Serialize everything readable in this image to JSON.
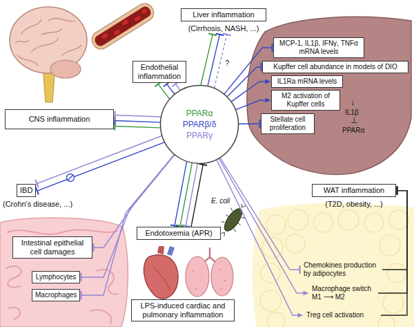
{
  "diagram": {
    "nodes": [
      {
        "text": [
          "Liver inflammation",
          "(Cirrhosis, NASH, ...)"
        ]
      },
      {
        "text": [
          "Endothelial inflammation"
        ]
      },
      {
        "text": [
          "MCP-1, IL1β, IFNγ, TNFα mRNA levels"
        ]
      },
      {
        "text": [
          "Kupffer cell abundance in models of DIO"
        ]
      },
      {
        "text": [
          "IL1Ra mRNA levels"
        ]
      },
      {
        "text": [
          "M2 activation of Kupffer cells"
        ]
      },
      {
        "text": [
          "CNS inflammation"
        ]
      },
      {
        "text": [
          "PPARα",
          "PPARβ/δ",
          "PPARγ"
        ]
      },
      {
        "text": [
          "Stellate cell proliferation"
        ]
      },
      {
        "text": [
          "IBD",
          "(Crohn's disease, ...)"
        ]
      },
      {
        "text": [
          "WAT inflammation",
          "(T2D, obesity, ...)"
        ]
      },
      {
        "text": [
          "Intestinal epithelial cell damages"
        ]
      },
      {
        "text": [
          "Endotoxemia (APR)"
        ]
      },
      {
        "text": [
          "Lymphocytes"
        ]
      },
      {
        "text": [
          "Chemokines production by adipocytes"
        ]
      },
      {
        "text": [
          "Macrophages"
        ]
      },
      {
        "text": [
          "Macrophage switch M1 ⟶ M2"
        ]
      },
      {
        "text": [
          "Treg cell activation"
        ]
      },
      {
        "text": [
          "LPS-induced cardiac and pulmonary inflammation"
        ]
      }
    ],
    "edges": [
      {
        "from": 7,
        "to": 0,
        "arrow": "to"
      },
      {
        "from": 7,
        "to": 0,
        "arrow": "to"
      },
      {
        "from": 7,
        "to": 0,
        "label": "?",
        "arrow": "to"
      },
      {
        "from": 7,
        "to": 1,
        "arrow": "to"
      },
      {
        "from": 7,
        "to": 1,
        "arrow": "to"
      },
      {
        "from": 7,
        "to": 1,
        "arrow": "to"
      },
      {
        "from": 7,
        "to": 6,
        "arrow": "to"
      },
      {
        "from": 7,
        "to": 6,
        "arrow": "to"
      },
      {
        "from": 7,
        "to": 6,
        "arrow": "to"
      },
      {
        "from": 7,
        "to": 9,
        "arrow": "to"
      },
      {
        "from": 7,
        "to": 9,
        "arrow": "to"
      },
      {
        "from": 7,
        "to": 11,
        "arrow": "to"
      },
      {
        "from": 7,
        "to": 13,
        "arrow": "to"
      },
      {
        "from": 7,
        "to": 15,
        "arrow": "to"
      },
      {
        "from": 12,
        "to": 7,
        "arrow": "to"
      },
      {
        "from": 7,
        "to": 12,
        "arrow": "to"
      },
      {
        "from": 7,
        "to": 12,
        "arrow": "to"
      },
      {
        "from": 7,
        "to": 12,
        "arrow": "to"
      },
      {
        "from": 7,
        "to": 2,
        "arrow": "to"
      },
      {
        "from": 7,
        "to": 3,
        "arrow": "to"
      },
      {
        "from": 7,
        "to": 4,
        "arrow": "to"
      },
      {
        "from": 7,
        "to": 5,
        "arrow": "to"
      },
      {
        "from": 7,
        "to": 8,
        "arrow": "to"
      },
      {
        "from": 7,
        "to": 14,
        "arrow": "to"
      },
      {
        "from": 7,
        "to": 16,
        "arrow": "to"
      },
      {
        "from": 7,
        "to": 17,
        "arrow": "to"
      },
      {
        "from": 14,
        "to": 10,
        "arrow": "to"
      },
      {
        "from": 16,
        "to": 10,
        "arrow": "to"
      },
      {
        "from": 17,
        "to": 10,
        "arrow": "to"
      }
    ],
    "labels": [
      "↓",
      "IL1β",
      "⊥",
      "PPARα",
      "E. coli"
    ]
  }
}
